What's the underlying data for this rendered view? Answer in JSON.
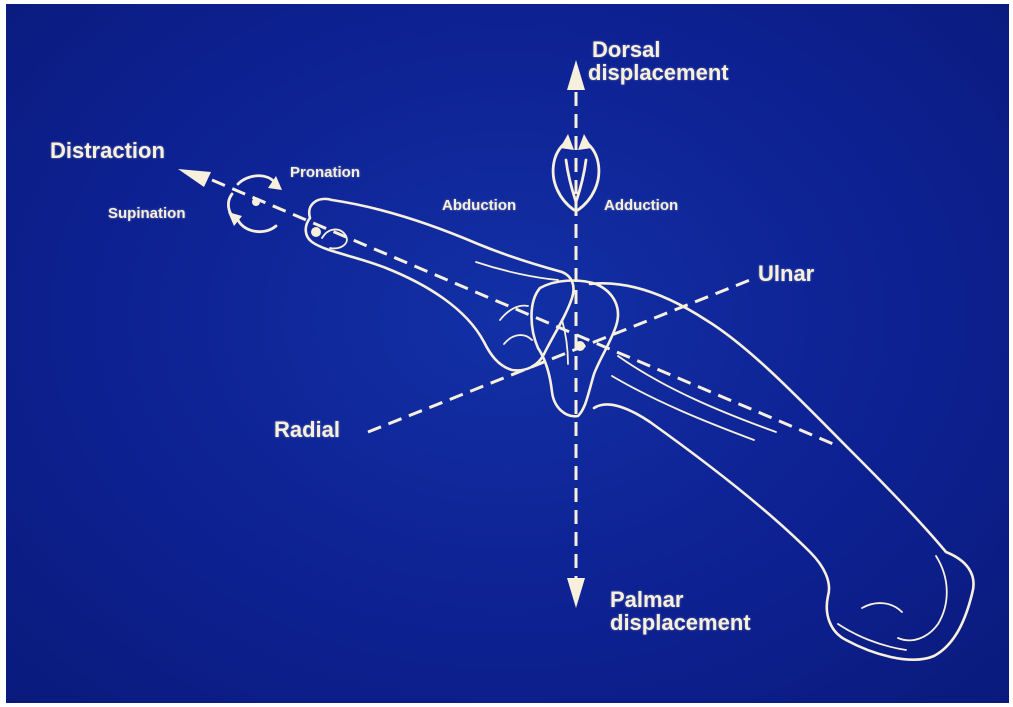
{
  "labels": {
    "dorsal_displacement": "Dorsal\ndisplacement",
    "palmar_displacement": "Palmar\ndisplacement",
    "distraction": "Distraction",
    "pronation": "Pronation",
    "supination": "Supination",
    "abduction": "Abduction",
    "adduction": "Adduction",
    "ulnar": "Ulnar",
    "radial": "Radial"
  },
  "colors": {
    "background": "#0d2192",
    "line": "#f6f0dc"
  }
}
